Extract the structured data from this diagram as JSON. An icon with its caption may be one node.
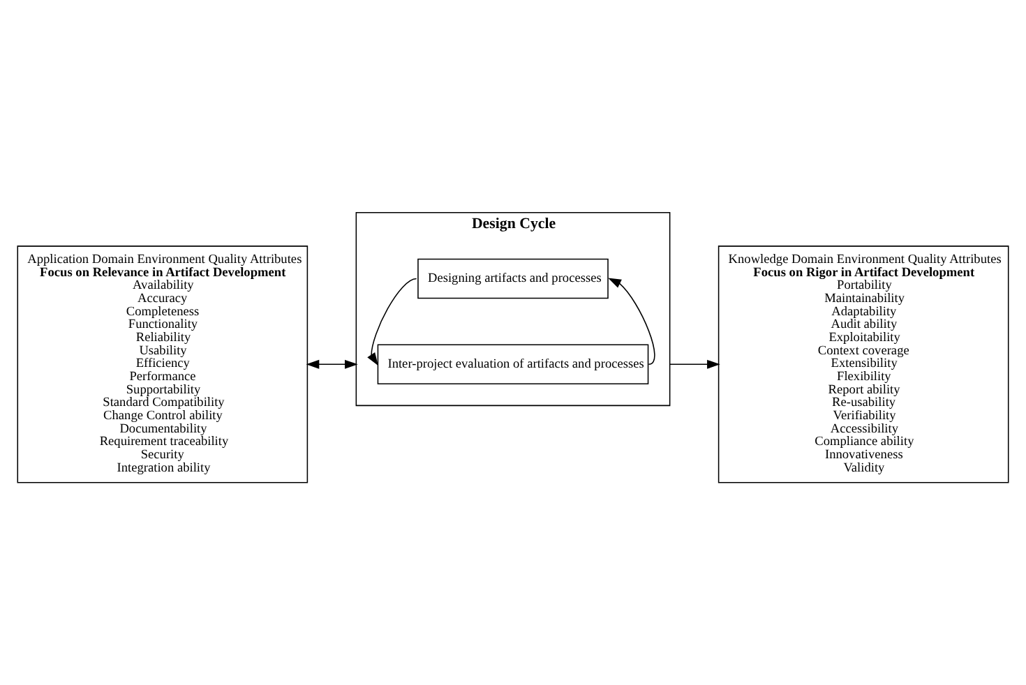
{
  "diagram": {
    "nodes": [
      {
        "text": [
          "Application Domain Environment Quality Attributes",
          "Focus on Relevance in Artifact Development",
          "Availability",
          "Accuracy",
          "Completeness",
          "Functionality",
          "Reliability",
          "Usability",
          "Efficiency",
          "Performance",
          "Supportability",
          "Standard Compatibility",
          "Change Control ability",
          "Documentability",
          "Requirement traceability",
          "Security",
          "Integration ability"
        ]
      },
      {
        "text": [
          "Design Cycle"
        ]
      },
      {
        "text": [
          "Designing artifacts and processes"
        ],
        "in": 1
      },
      {
        "text": [
          "Inter-project evaluation of artifacts and processes"
        ],
        "in": 1
      },
      {
        "text": [
          "Knowledge Domain Environment Quality Attributes",
          "Focus on Rigor in Artifact Development",
          "Portability",
          "Maintainability",
          "Adaptability",
          "Audit ability",
          "Exploitability",
          "Context coverage",
          "Extensibility",
          "Flexibility",
          "Report ability",
          "Re-usability",
          "Verifiability",
          "Accessibility",
          "Compliance ability",
          "Innovativeness",
          "Validity"
        ]
      }
    ],
    "edges": [
      {
        "from": 2,
        "to": 3,
        "arrow": "to"
      },
      {
        "from": 3,
        "to": 2,
        "arrow": "to"
      },
      {
        "from": 0,
        "to": 1,
        "arrow": "both"
      },
      {
        "from": 1,
        "to": 4,
        "arrow": "to"
      }
    ]
  }
}
